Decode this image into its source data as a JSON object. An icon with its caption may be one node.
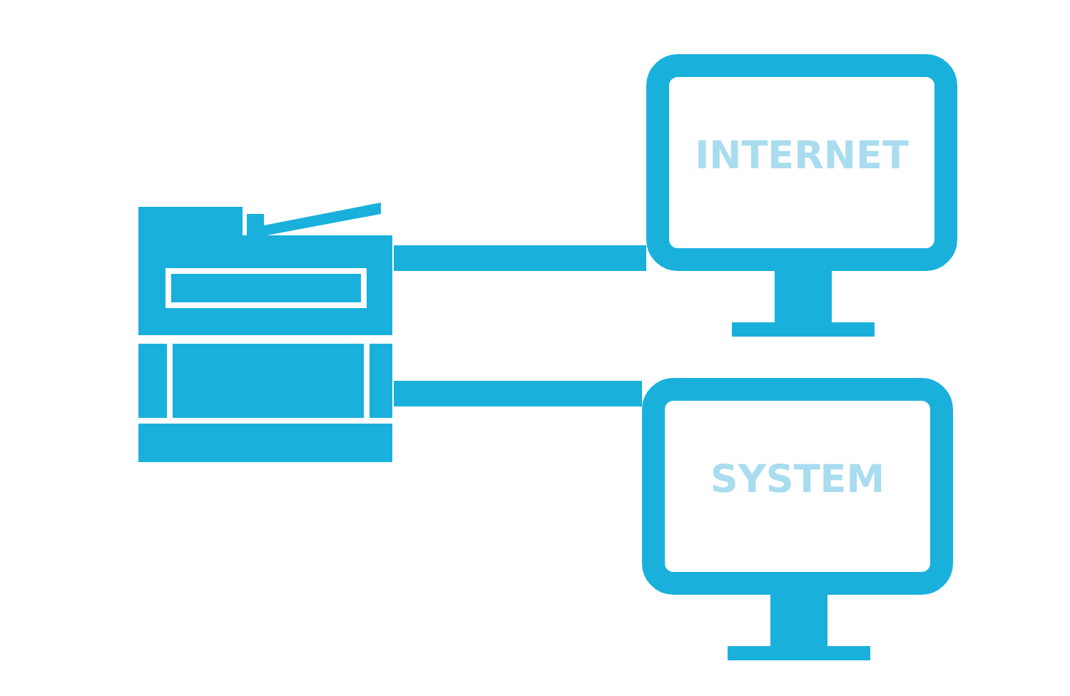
{
  "diagram": {
    "nodes": [
      {
        "text": [],
        "shape": "printer"
      },
      {
        "text": [
          "INTERNET"
        ]
      },
      {
        "text": [
          "SYSTEM"
        ]
      }
    ],
    "edges": [
      {
        "from": 0,
        "to": 1,
        "arrow": "none"
      },
      {
        "from": 0,
        "to": 2,
        "arrow": "none"
      }
    ]
  }
}
